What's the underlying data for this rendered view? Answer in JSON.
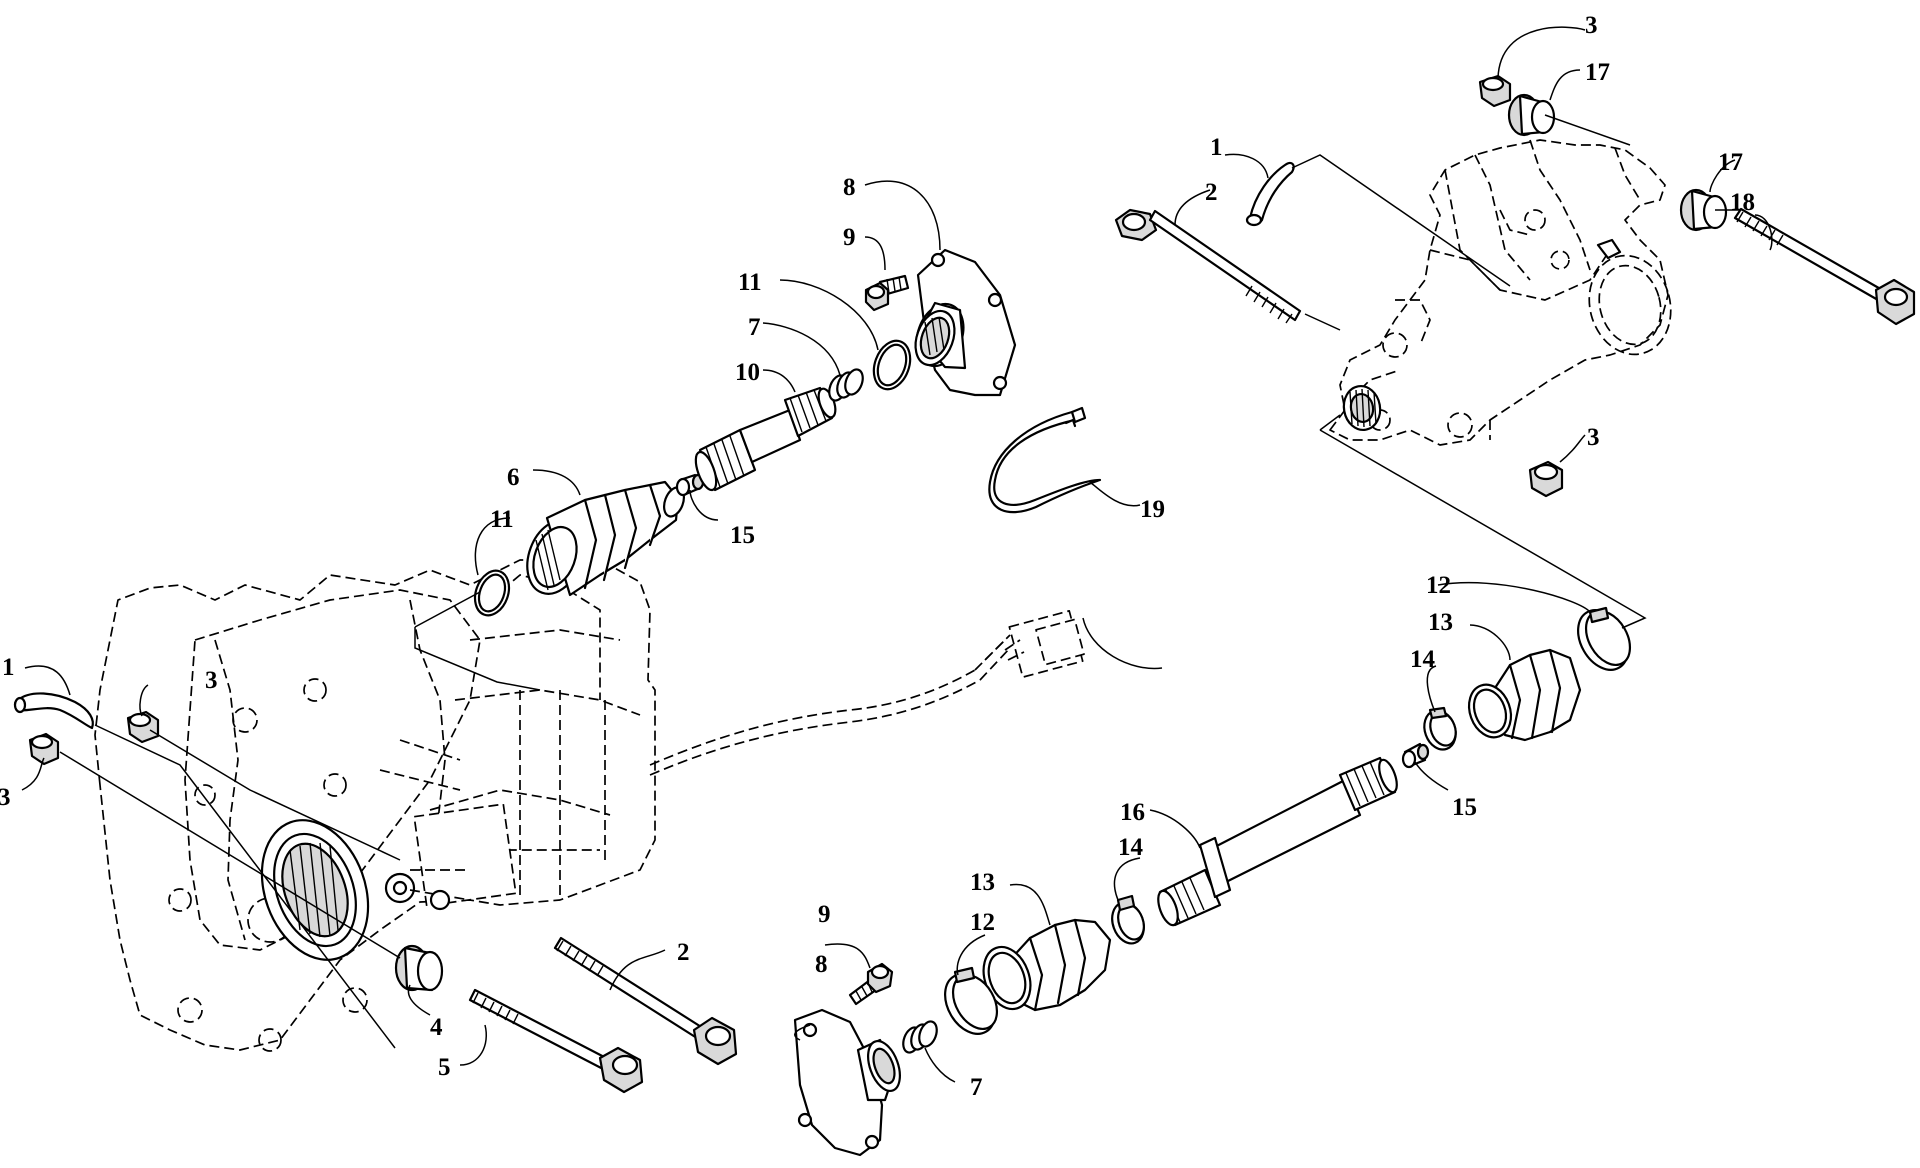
{
  "labels": {
    "l1a": "1",
    "l1b": "1",
    "l2a": "2",
    "l2b": "2",
    "l3a": "3",
    "l3b": "3",
    "l3c": "3",
    "l3d": "3",
    "l4": "4",
    "l5": "5",
    "l6": "6",
    "l7a": "7",
    "l7b": "7",
    "l8a": "8",
    "l8b": "8",
    "l9a": "9",
    "l9b": "9",
    "l10": "10",
    "l11a": "11",
    "l11b": "11",
    "l12a": "12",
    "l12b": "12",
    "l13a": "13",
    "l13b": "13",
    "l14a": "14",
    "l14b": "14",
    "l15a": "15",
    "l15b": "15",
    "l16": "16",
    "l17a": "17",
    "l17b": "17",
    "l18": "18",
    "l19": "19"
  }
}
